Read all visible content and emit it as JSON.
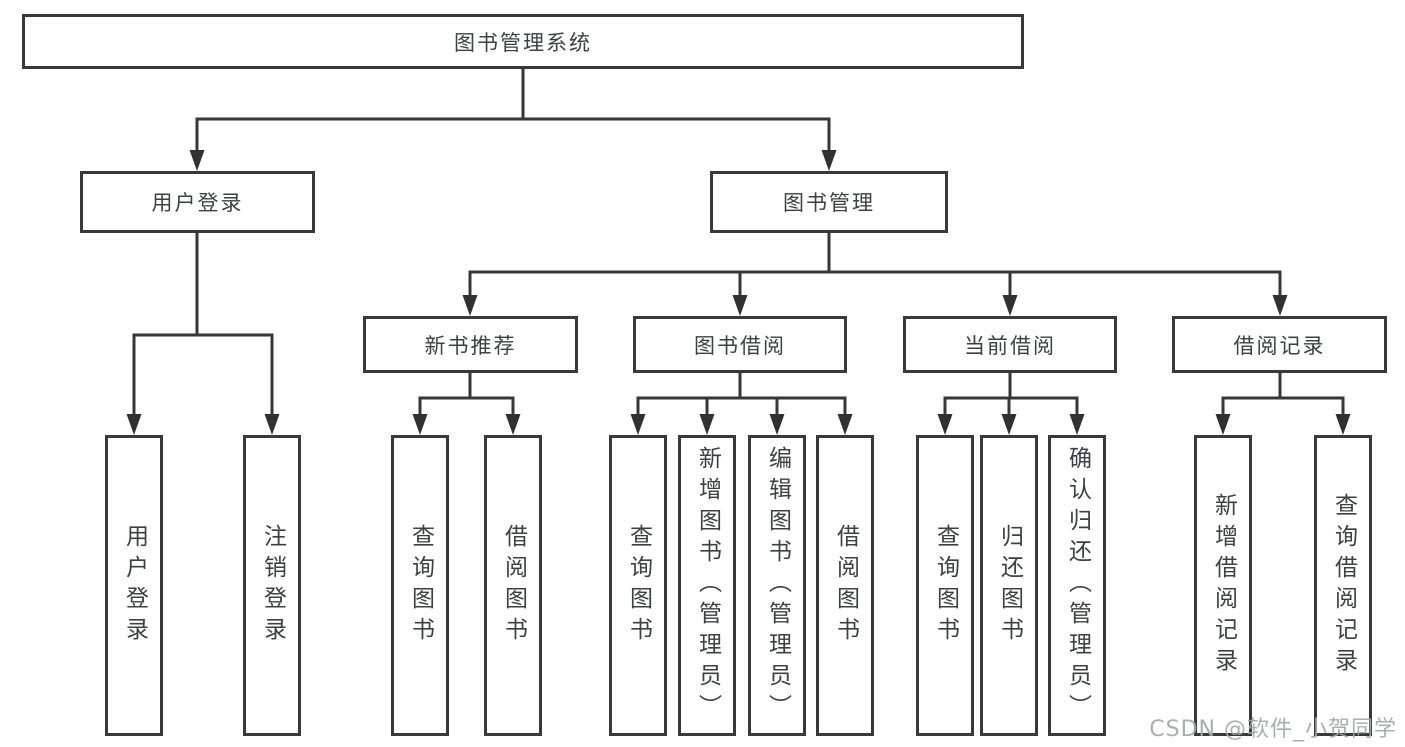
{
  "diagram": {
    "root": {
      "label": "图书管理系统"
    },
    "branches": [
      {
        "label": "用户登录",
        "children": [
          {
            "label": "用户登录"
          },
          {
            "label": "注销登录"
          }
        ]
      },
      {
        "label": "图书管理",
        "children": [
          {
            "label": "新书推荐",
            "children": [
              {
                "label": "查询图书"
              },
              {
                "label": "借阅图书"
              }
            ]
          },
          {
            "label": "图书借阅",
            "children": [
              {
                "label": "查询图书"
              },
              {
                "label": "新增图书（管理员）"
              },
              {
                "label": "编辑图书（管理员）"
              },
              {
                "label": "借阅图书"
              }
            ]
          },
          {
            "label": "当前借阅",
            "children": [
              {
                "label": "查询图书"
              },
              {
                "label": "归还图书"
              },
              {
                "label": "确认归还（管理员）"
              }
            ]
          },
          {
            "label": "借阅记录",
            "children": [
              {
                "label": "新增借阅记录"
              },
              {
                "label": "查询借阅记录"
              }
            ]
          }
        ]
      }
    ]
  },
  "watermark": {
    "text": "CSDN @软件_小贺同学"
  },
  "colors": {
    "line": "#37373a",
    "box_border": "#39393c",
    "text": "#3e4046",
    "background": "#ffffff",
    "watermark": "#a3a6ab"
  }
}
